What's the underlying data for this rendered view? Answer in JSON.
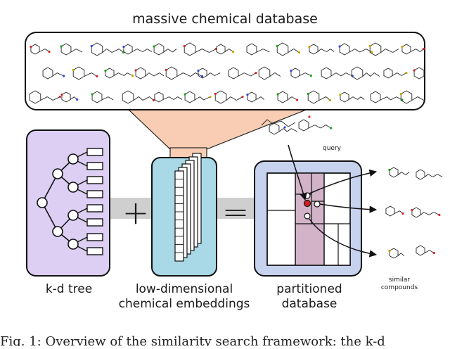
{
  "title": "massive chemical database",
  "labels": {
    "kd_tree": "k-d tree",
    "embeddings_line1": "low-dimensional",
    "embeddings_line2": "chemical embeddings",
    "partitioned_line1": "partitioned",
    "partitioned_line2": "database",
    "query": "query",
    "similar_line1": "similar",
    "similar_line2": "compounds"
  },
  "operators": {
    "plus": "+",
    "equals": "="
  },
  "caption": "Fig. 1: Overview of the similarity search framework: the k-d",
  "colors": {
    "tree_box": "#dccff3",
    "embed_box": "#a9d8e6",
    "partition_box": "#c6d2ee",
    "funnel": "#f8cdb3",
    "connector": "#cfcfcf",
    "highlight_cell": "#d2b3c8",
    "query_point": "#d62020"
  },
  "icons": [
    "k-d-tree-icon",
    "embedding-stack-icon",
    "partition-grid-icon",
    "molecule-icon"
  ]
}
